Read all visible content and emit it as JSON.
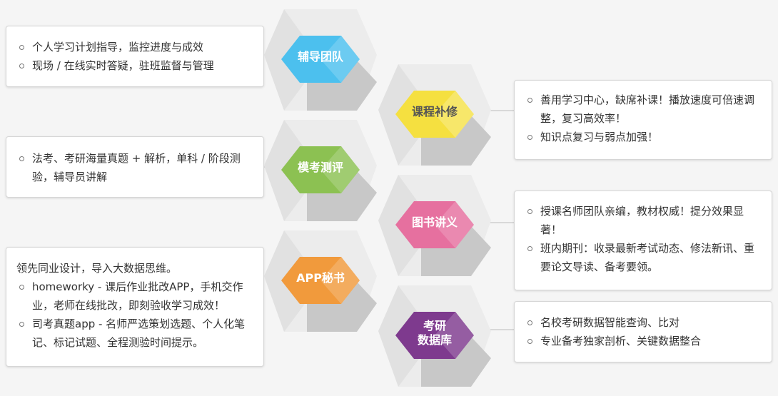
{
  "colors": {
    "blue": "#4cc0ee",
    "yellow": "#f5e040",
    "green": "#8cc152",
    "pink": "#e6709f",
    "orange": "#f19a3c",
    "purple": "#7e3a8e"
  },
  "modules": {
    "tutoring": {
      "title": "辅导团队",
      "items": [
        "个人学习计划指导，监控进度与成效",
        "现场 / 在线实时答疑，驻班监督与管理"
      ]
    },
    "make_up": {
      "title": "课程补修",
      "items": [
        "善用学习中心，缺席补课！播放速度可倍速调整，复习高效率！",
        "知识点复习与弱点加强！"
      ]
    },
    "mock_exam": {
      "title": "模考测评",
      "items": [
        "法考、考研海量真题 + 解析，单科 / 阶段测验，辅导员讲解"
      ]
    },
    "materials": {
      "title": "图书讲义",
      "items": [
        "授课名师团队亲编，教材权威！提分效果显著！",
        "班内期刊：收录最新考试动态、修法新讯、重要论文导读、备考要领。"
      ]
    },
    "app": {
      "title": "APP秘书",
      "lead": "领先同业设计，导入大数据思维。",
      "items": [
        "homeworky - 课后作业批改APP，手机交作业，老师在线批改，即刻验收学习成效！",
        "司考真题app - 名师严选策划选题、个人化笔记、标记试题、全程测验时间提示。"
      ]
    },
    "database": {
      "title": "考研\n数据库",
      "items": [
        "名校考研数据智能查询、比对",
        "专业备考独家剖析、关键数据整合"
      ]
    }
  }
}
